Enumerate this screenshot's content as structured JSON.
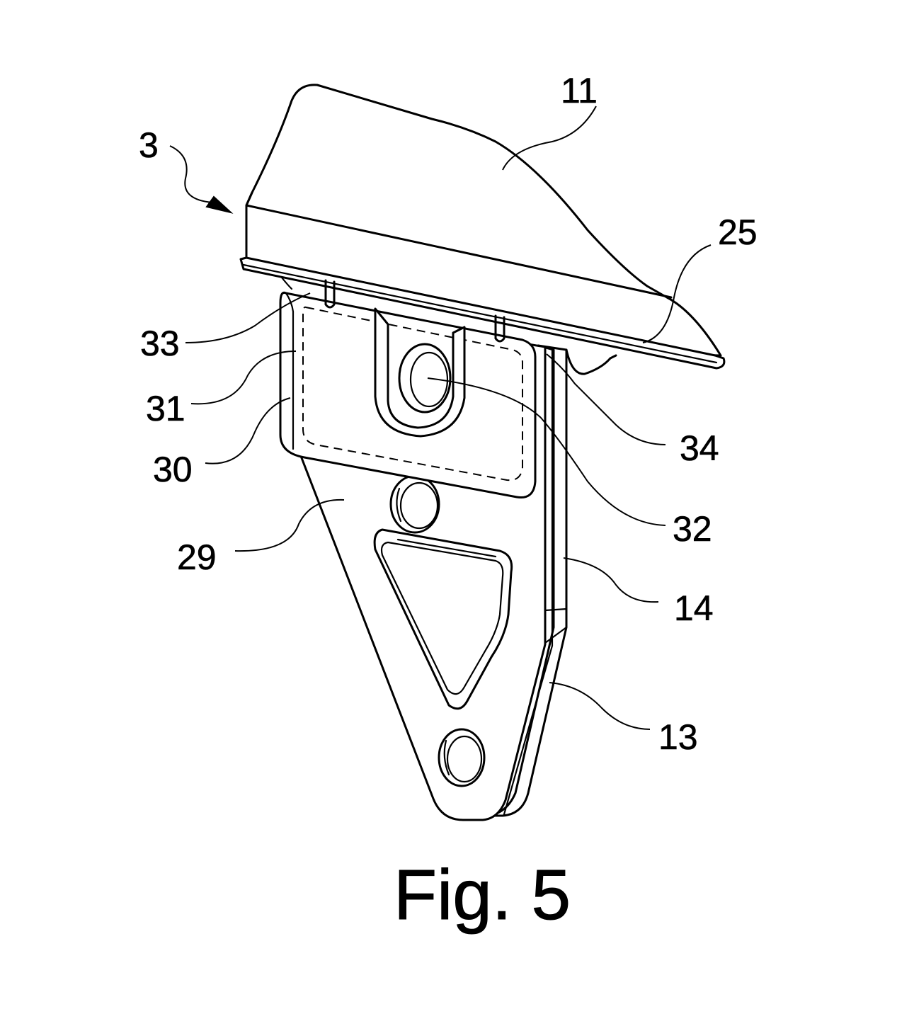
{
  "figure": {
    "caption": "Fig. 5",
    "reference_numerals": {
      "assembly": "3",
      "upper_body": "11",
      "plate_13": "13",
      "plate_14": "14",
      "flange": "25",
      "arm": "29",
      "pad": "30",
      "dashed_region": "31",
      "bore": "32",
      "tab_left": "33",
      "tab_right": "34"
    }
  }
}
